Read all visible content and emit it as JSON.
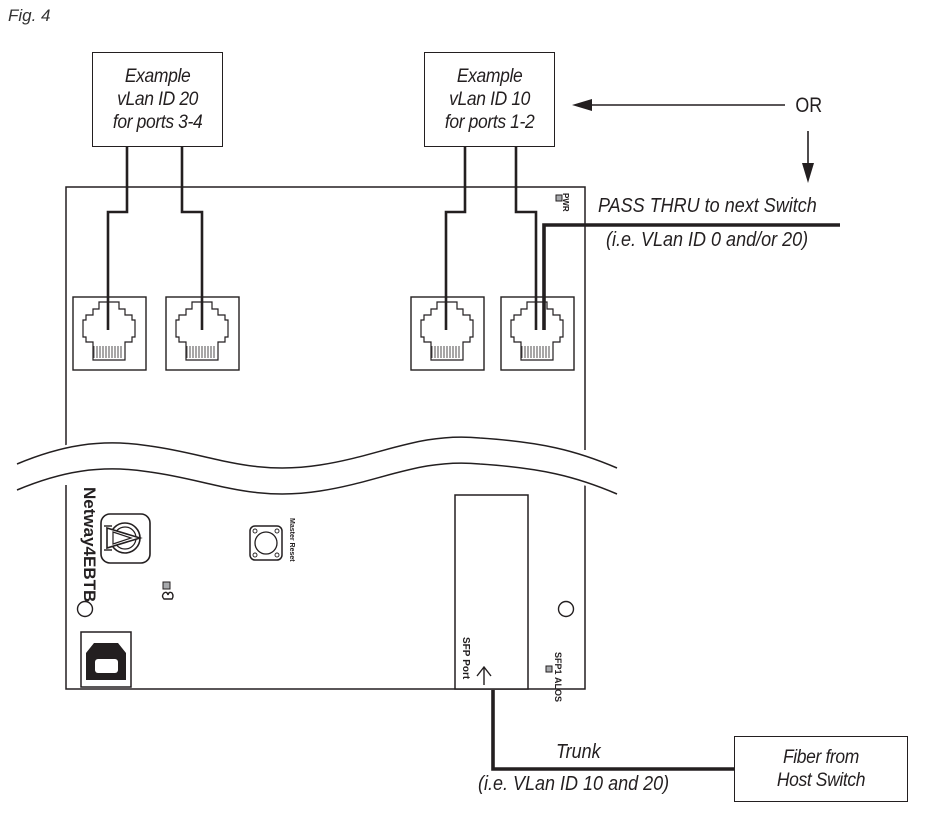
{
  "figure": {
    "label": "Fig. 4"
  },
  "callouts": {
    "vlan20": {
      "line1": "Example",
      "line2": "vLan ID 20",
      "line3": "for ports 3-4"
    },
    "vlan10": {
      "line1": "Example",
      "line2": "vLan ID 10",
      "line3": "for ports 1-2"
    },
    "or_label": "OR",
    "pass_thru": {
      "title": "PASS THRU to next Switch",
      "detail": "(i.e. VLan ID 0 and/or 20)"
    },
    "trunk": {
      "title": "Trunk",
      "detail": "(i.e. VLan ID 10 and 20)"
    },
    "fiber": {
      "line1": "Fiber from",
      "line2": "Host Switch"
    }
  },
  "device": {
    "model": "Netway4EBTB",
    "pwr_led_label": "PWR",
    "master_reset_label": "Master Reset",
    "sfp_port_label_1": "SFP",
    "sfp_port_label_2": "Port",
    "sfp1_label": "SFP1",
    "alos_label": "ALOS",
    "ports": [
      {
        "id": "port-4"
      },
      {
        "id": "port-3"
      },
      {
        "id": "port-2"
      },
      {
        "id": "port-1"
      }
    ]
  },
  "colors": {
    "line": "#231f20",
    "led_fill": "#a7a9ac"
  }
}
